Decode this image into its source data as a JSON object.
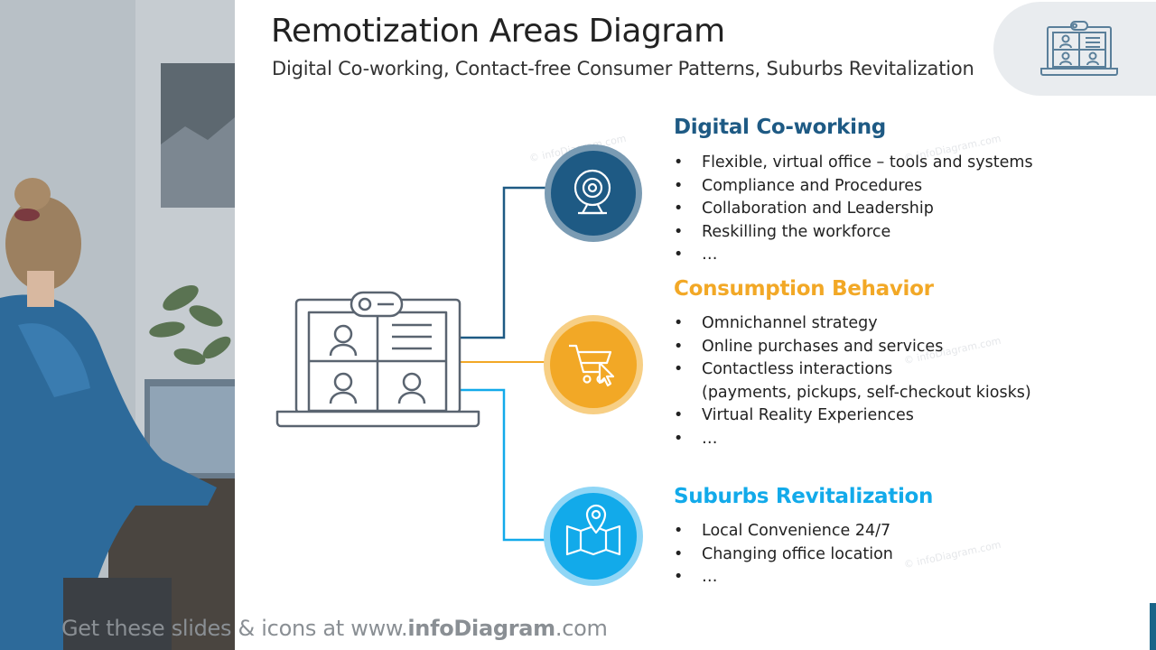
{
  "title": "Remotization Areas Diagram",
  "subtitle": "Digital Co-working, Contact-free Consumer Patterns, Suburbs Revitalization",
  "colors": {
    "dark_blue": "#1e5a84",
    "orange": "#f2a826",
    "light_blue": "#12aaea",
    "icon_gray": "#5a6470"
  },
  "central_icon": "laptop-video-call-icon",
  "sections": [
    {
      "title": "Digital Co-working",
      "icon": "webcam-icon",
      "color": "#1e5a84",
      "items": [
        "Flexible, virtual office – tools and systems",
        "Compliance and Procedures",
        "Collaboration and Leadership",
        "Reskilling the workforce",
        "…"
      ]
    },
    {
      "title": "Consumption Behavior",
      "icon": "shopping-cart-icon",
      "color": "#f2a826",
      "items": [
        "Omnichannel strategy",
        "Online purchases and services",
        "Contactless interactions",
        "(payments, pickups, self-checkout  kiosks)",
        "Virtual Reality Experiences",
        "…"
      ]
    },
    {
      "title": "Suburbs Revitalization",
      "icon": "map-pin-icon",
      "color": "#12aaea",
      "items": [
        "Local Convenience  24/7",
        "Changing office location",
        "…"
      ]
    }
  ],
  "watermark": "© infoDiagram.com",
  "footer": {
    "prefix": "Get these slides & icons at www.",
    "brand": "infoDiagram",
    "suffix": ".com"
  }
}
